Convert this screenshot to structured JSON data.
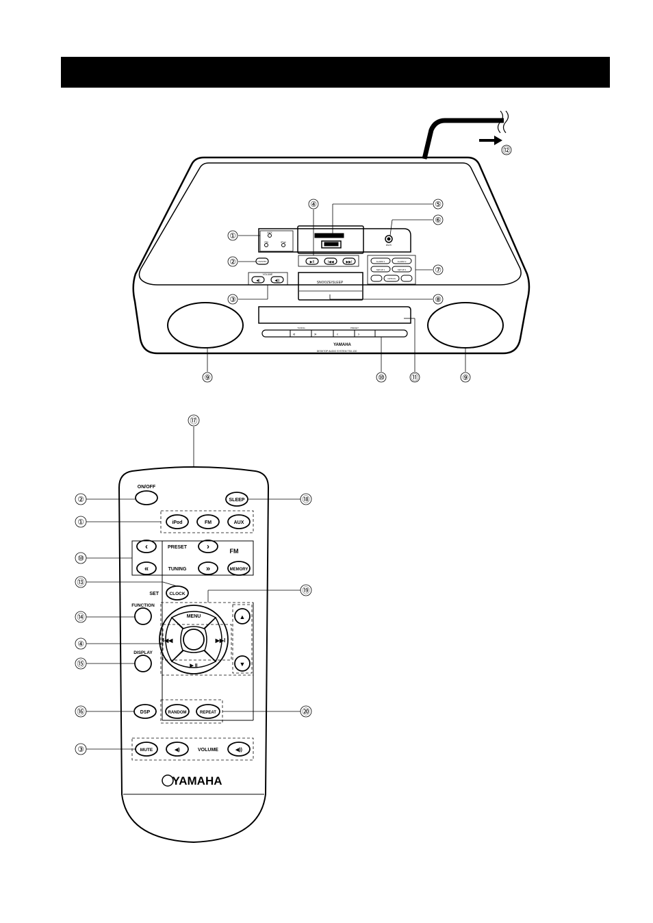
{
  "unit": {
    "brand": "YAMAHA",
    "model_line": "DESKTOP AUDIO SYSTEM TSX-130",
    "snooze_sleep": "SNOOZE/SLEEP",
    "aux": "AUX",
    "volume": "VOLUME",
    "on_standby": "ON/STBY",
    "source_labels": [
      "AUX",
      "FM",
      "iPod"
    ],
    "tuning": "TUNING",
    "preset": "PRESET",
    "alarm1": "ALARM 1",
    "alarm2": "ALARM 2",
    "setup1": "SETUP 1",
    "setup2": "SETUP 2",
    "option": "OPTION"
  },
  "remote": {
    "on_off": "ON/OFF",
    "sleep": "SLEEP",
    "ipod": "iPod",
    "fm": "FM",
    "aux": "AUX",
    "preset": "PRESET",
    "fm_label": "FM",
    "tuning": "TUNING",
    "memory": "MEMORY",
    "set": "SET",
    "clock": "CLOCK",
    "function": "FUNCTION",
    "menu": "MENU",
    "display": "DISPLAY",
    "play_pause": "▶ II",
    "dsp": "DSP",
    "random": "RANDOM",
    "repeat": "REPEAT",
    "mute": "MUTE",
    "volume": "VOLUME",
    "brand": "YAMAHA"
  },
  "callouts": {
    "c1": "①",
    "c2": "②",
    "c3": "③",
    "c4": "④",
    "c5": "⑤",
    "c6": "⑥",
    "c7": "⑦",
    "c8": "⑧",
    "c9": "⑨",
    "c10": "⑩",
    "c11": "⑪",
    "c12": "⑫",
    "c13": "⑬",
    "c14": "⑭",
    "c15": "⑮",
    "c16": "⑯",
    "c17": "⑰",
    "c18": "⑱",
    "c19": "⑲",
    "c20": "⑳"
  }
}
